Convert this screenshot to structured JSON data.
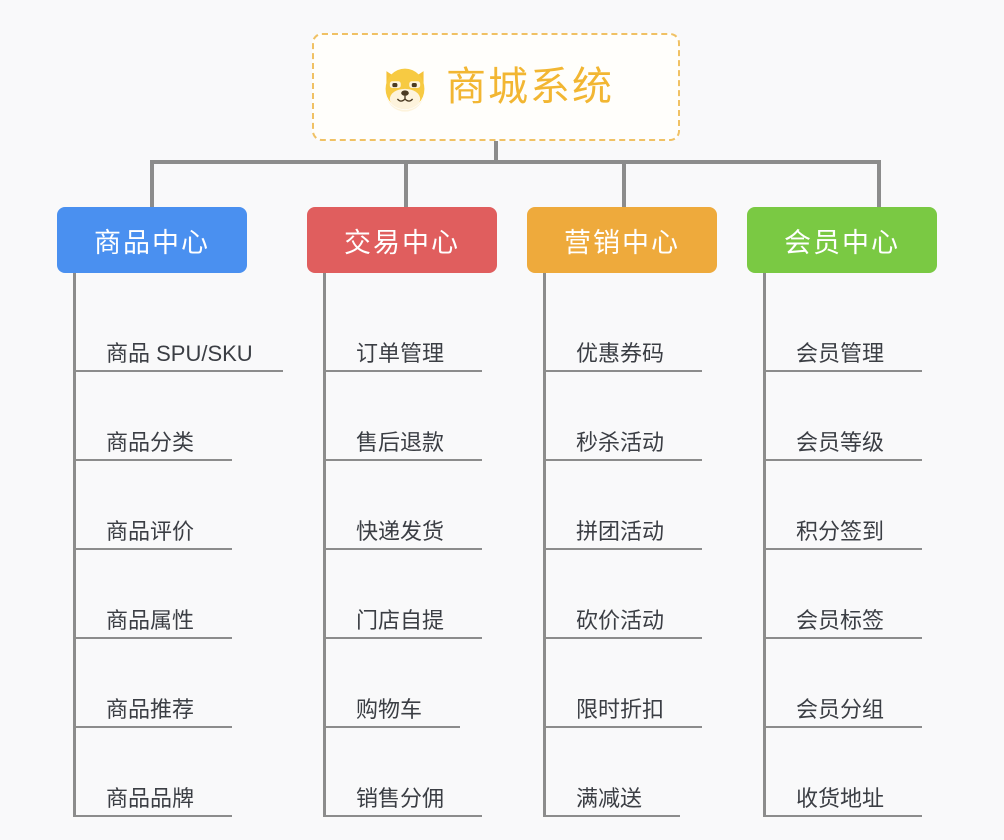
{
  "root": {
    "title": "商城系统",
    "icon": "dog-face-icon",
    "border_color": "#f0c164",
    "text_color": "#f2b632"
  },
  "background_color": "#f9f9fa",
  "connector_color": "#8c8c8c",
  "columns": [
    {
      "id": "product-center",
      "label": "商品中心",
      "color": "#4a90f0",
      "items": [
        {
          "label": "商品 SPU/SKU",
          "rule_width": 207
        },
        {
          "label": "商品分类",
          "rule_width": 156
        },
        {
          "label": "商品评价",
          "rule_width": 156
        },
        {
          "label": "商品属性",
          "rule_width": 156
        },
        {
          "label": "商品推荐",
          "rule_width": 156
        },
        {
          "label": "商品品牌",
          "rule_width": 156
        }
      ]
    },
    {
      "id": "trade-center",
      "label": "交易中心",
      "color": "#e05e5e",
      "items": [
        {
          "label": "订单管理",
          "rule_width": 156
        },
        {
          "label": "售后退款",
          "rule_width": 156
        },
        {
          "label": "快递发货",
          "rule_width": 156
        },
        {
          "label": "门店自提",
          "rule_width": 156
        },
        {
          "label": "购物车",
          "rule_width": 134
        },
        {
          "label": "销售分佣",
          "rule_width": 156
        }
      ]
    },
    {
      "id": "marketing-center",
      "label": "营销中心",
      "color": "#eeaa3c",
      "items": [
        {
          "label": "优惠券码",
          "rule_width": 156
        },
        {
          "label": "秒杀活动",
          "rule_width": 156
        },
        {
          "label": "拼团活动",
          "rule_width": 156
        },
        {
          "label": "砍价活动",
          "rule_width": 156
        },
        {
          "label": "限时折扣",
          "rule_width": 156
        },
        {
          "label": "满减送",
          "rule_width": 134
        }
      ]
    },
    {
      "id": "member-center",
      "label": "会员中心",
      "color": "#7ac943",
      "items": [
        {
          "label": "会员管理",
          "rule_width": 156
        },
        {
          "label": "会员等级",
          "rule_width": 156
        },
        {
          "label": "积分签到",
          "rule_width": 156
        },
        {
          "label": "会员标签",
          "rule_width": 156
        },
        {
          "label": "会员分组",
          "rule_width": 156
        },
        {
          "label": "收货地址",
          "rule_width": 156
        }
      ]
    }
  ],
  "layout": {
    "column_left": [
      57,
      307,
      527,
      747
    ],
    "drop_left": [
      150,
      404,
      622,
      877
    ]
  }
}
